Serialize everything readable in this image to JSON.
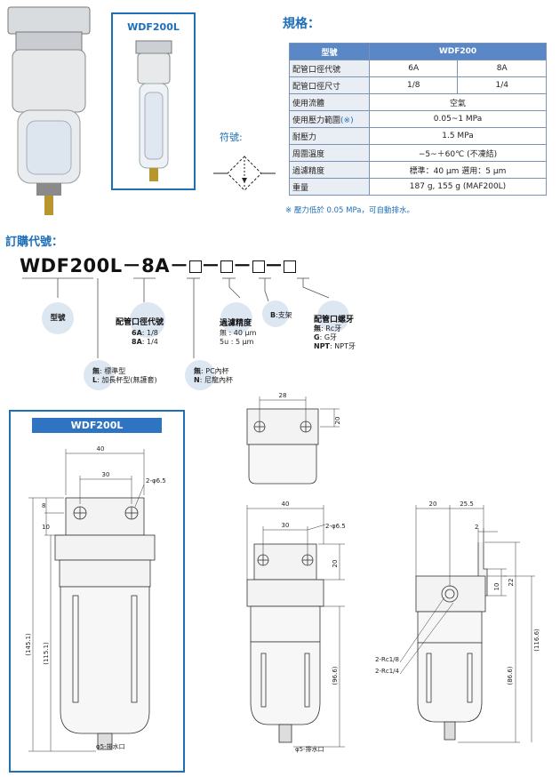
{
  "product_model": "WDF200L",
  "spec": {
    "title": "規格：",
    "header_label": "型號",
    "header_value": "WDF200",
    "rows": [
      {
        "label": "配管口徑代號",
        "a": "6A",
        "b": "8A"
      },
      {
        "label": "配管口徑尺寸",
        "a": "1/8",
        "b": "1/4"
      }
    ],
    "merged_rows": [
      {
        "label": "使用流體",
        "value": "空氣"
      },
      {
        "label": "使用壓力範圍",
        "label_mark": "(※)",
        "value": "0.05~1 MPa"
      },
      {
        "label": "耐壓力",
        "value": "1.5 MPa"
      },
      {
        "label": "周圍溫度",
        "value": "−5~＋60℃ (不凍結)"
      },
      {
        "label": "過濾精度",
        "value": "標準：40 μm   選用：5 μm"
      },
      {
        "label": "重量",
        "value": "187 g, 155 g (MAF200L)"
      }
    ],
    "note": "※ 壓力低於 0.05 MPa，可自動排水。"
  },
  "symbol_label": "符號:",
  "order": {
    "title": "訂購代號：",
    "code_prefix": "WDF200L",
    "code_sep": "－",
    "code_port": "8A",
    "model_label": "型號",
    "port_heading": "配管口徑代號",
    "port_opts": [
      {
        "code": "6A",
        "text": ": 1/8"
      },
      {
        "code": "8A",
        "text": ": 1/4"
      }
    ],
    "filter_heading": "過濾精度",
    "filter_opts": [
      "無 : 40 μm",
      "5u : 5 μm"
    ],
    "bracket_code": "B",
    "bracket_text": ":支架",
    "thread_heading": "配管口螺牙",
    "thread_opts": [
      {
        "code": "無",
        "text": ": Rc牙"
      },
      {
        "code": "G",
        "text": ": G牙"
      },
      {
        "code": "NPT",
        "text": ": NPT牙"
      }
    ],
    "type_opts": [
      {
        "code": "無",
        "text": ": 標準型"
      },
      {
        "code": "L",
        "text": ": 加長杯型(無護套)"
      }
    ],
    "bowl_opts": [
      {
        "code": "無",
        "text": ": PC內杯"
      },
      {
        "code": "N",
        "text": ": 尼龍內杯"
      }
    ]
  },
  "drawing": {
    "title": "WDF200L",
    "d40": "40",
    "d30": "30",
    "d8": "8",
    "d10": "10",
    "hole": "2-φ6.5",
    "d145": "(145.1)",
    "d115": "(115.1)",
    "drain": "φ5-排水口",
    "top_28": "28",
    "top_20": "20",
    "mid_40": "40",
    "mid_30": "30",
    "mid_hole": "2-φ6.5",
    "mid_20": "20",
    "mid_96": "(96.6)",
    "mid_drain": "φ5-排水口",
    "side_20": "20",
    "side_255": "25.5",
    "side_2": "2",
    "side_10": "10",
    "side_22": "22",
    "side_1166": "(116.6)",
    "side_866": "(86.6)",
    "rc18": "2-Rc1/8",
    "rc14": "2-Rc1/4"
  }
}
